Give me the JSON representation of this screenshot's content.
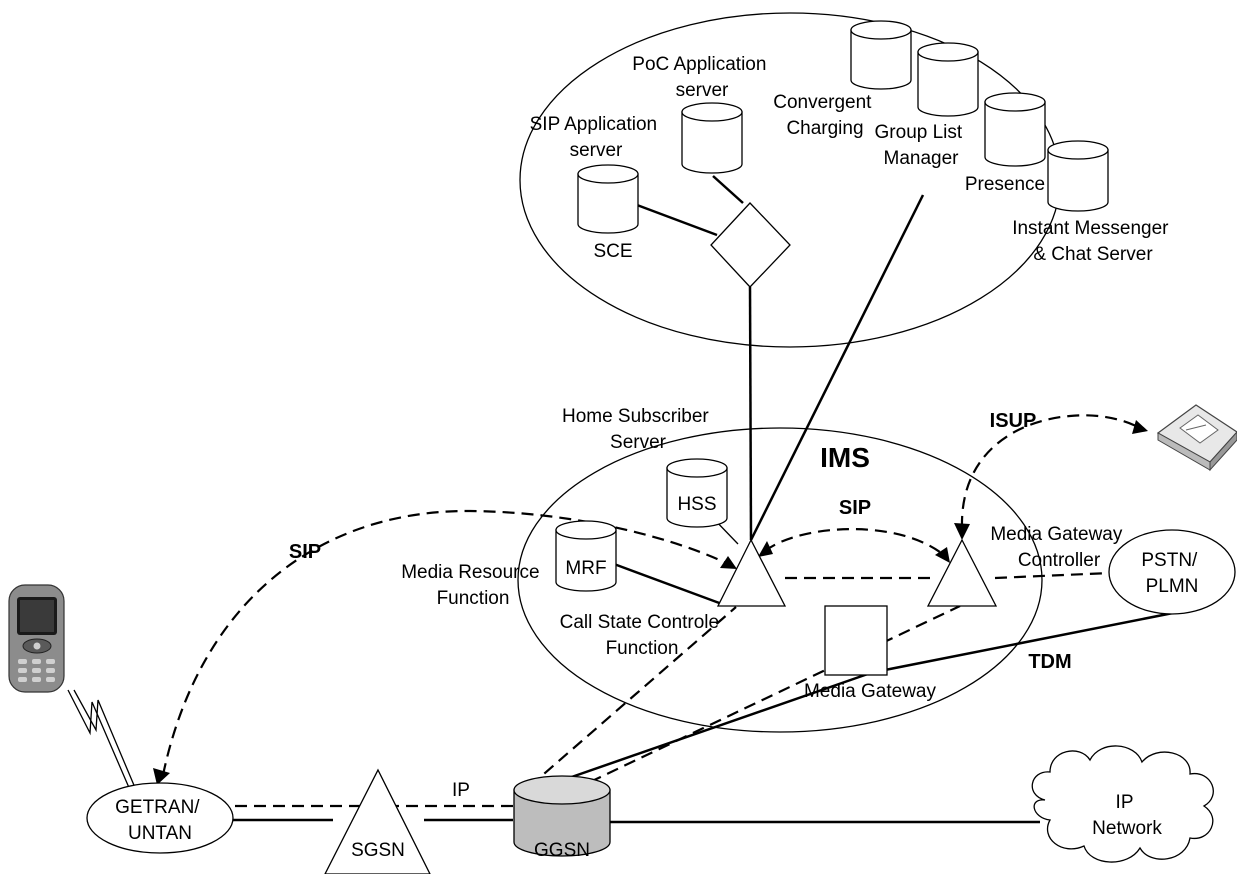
{
  "application_domain": {
    "poc_server": [
      "PoC Application",
      "server"
    ],
    "sip_server": [
      "SIP Application",
      "server"
    ],
    "sce": "SCE",
    "convergent_charging": [
      "Convergent",
      "Charging"
    ],
    "group_list_manager": [
      "Group List",
      "Manager"
    ],
    "presence": "Presence",
    "im_chat": [
      "Instant Messenger",
      "& Chat Server"
    ]
  },
  "ims": {
    "title": "IMS",
    "hss_full": [
      "Home Subscriber",
      "Server"
    ],
    "hss": "HSS",
    "mrf": "MRF",
    "mrf_full": [
      "Media Resource",
      "Function"
    ],
    "cscf": [
      "Call State Controle",
      "Function"
    ],
    "mgc": [
      "Media Gateway",
      "Controller"
    ],
    "mgw": "Media Gateway"
  },
  "protocols": {
    "sip_left": "SIP",
    "sip_ims": "SIP",
    "isup": "ISUP",
    "tdm": "TDM",
    "ip": "IP"
  },
  "access": {
    "getran": [
      "GETRAN/",
      "UNTAN"
    ],
    "sgsn": "SGSN",
    "ggsn": "GGSN",
    "pstn": [
      "PSTN/",
      "PLMN"
    ],
    "ip_network": [
      "IP",
      "Network"
    ]
  }
}
